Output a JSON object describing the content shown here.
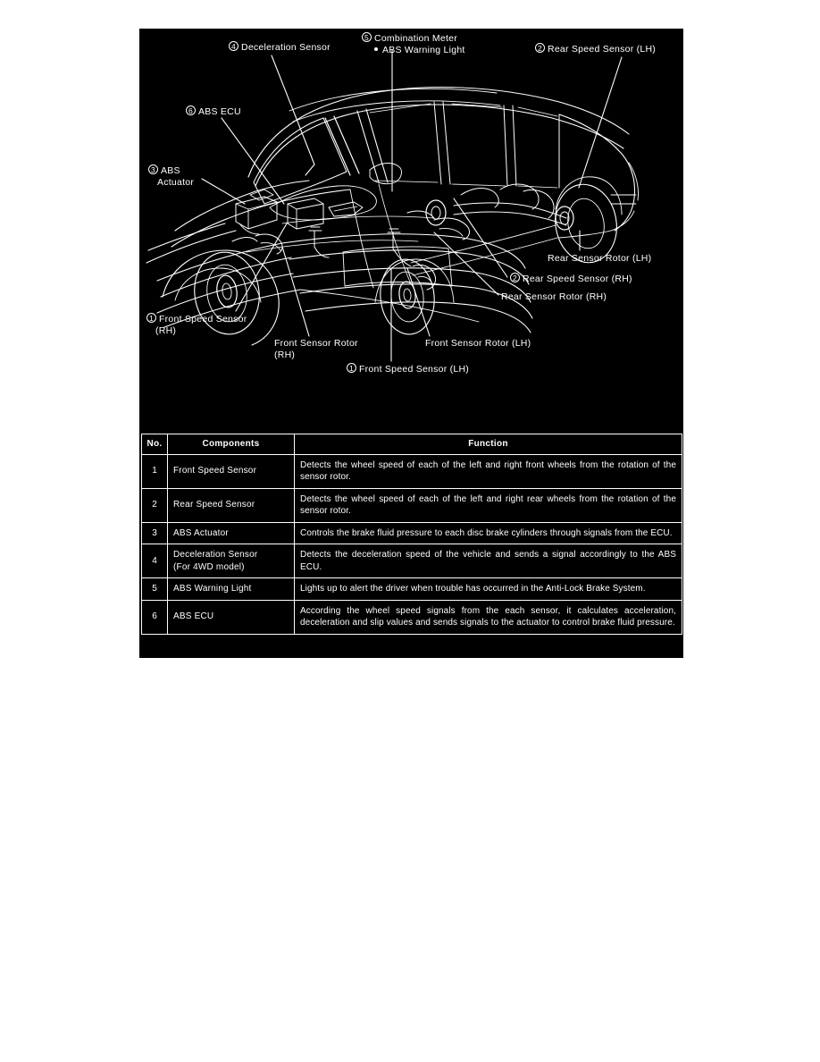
{
  "figure": {
    "title": "ABS System Component Layout",
    "background_color": "#000000",
    "line_color": "#ffffff",
    "vehicle": "minivan cutaway line drawing"
  },
  "callouts": [
    {
      "id": "deceleration-sensor",
      "number": "4",
      "text": "Deceleration Sensor"
    },
    {
      "id": "combination-meter",
      "number": "5",
      "text": "Combination Meter",
      "sub": "ABS Warning Light"
    },
    {
      "id": "rear-speed-sensor-lh",
      "number": "2",
      "text": "Rear Speed Sensor (LH)"
    },
    {
      "id": "abs-ecu",
      "number": "6",
      "text": "ABS ECU"
    },
    {
      "id": "abs-actuator",
      "number": "3",
      "text": "ABS",
      "sub": "Actuator"
    },
    {
      "id": "front-speed-sensor-rh",
      "number": "1",
      "text": "Front Speed Sensor",
      "sub": "(RH)"
    },
    {
      "id": "front-sensor-rotor-rh",
      "number": "",
      "text": "Front Sensor Rotor",
      "sub": "(RH)"
    },
    {
      "id": "front-sensor-rotor-lh",
      "number": "",
      "text": "Front Sensor Rotor (LH)"
    },
    {
      "id": "front-speed-sensor-lh",
      "number": "1",
      "text": "Front Speed Sensor (LH)"
    },
    {
      "id": "rear-sensor-rotor-lh",
      "number": "",
      "text": "Rear Sensor Rotor (LH)"
    },
    {
      "id": "rear-speed-sensor-rh",
      "number": "2",
      "text": "Rear Speed Sensor (RH)"
    },
    {
      "id": "rear-sensor-rotor-rh",
      "number": "",
      "text": "Rear Sensor Rotor (RH)"
    }
  ],
  "labels": {
    "deceleration_sensor": "Deceleration Sensor",
    "deceleration_sensor_num": "4",
    "combination_meter": "Combination Meter",
    "combination_meter_num": "5",
    "abs_warning_light": "ABS Warning Light",
    "rear_speed_sensor_lh": "Rear Speed Sensor (LH)",
    "rear_speed_sensor_lh_num": "2",
    "abs_ecu": "ABS ECU",
    "abs_ecu_num": "6",
    "abs_actuator_line1": "ABS",
    "abs_actuator_line2": "Actuator",
    "abs_actuator_num": "3",
    "front_speed_sensor_rh_line1": "Front Speed Sensor",
    "front_speed_sensor_rh_line2": "(RH)",
    "front_speed_sensor_rh_num": "1",
    "front_sensor_rotor_rh_line1": "Front Sensor Rotor",
    "front_sensor_rotor_rh_line2": "(RH)",
    "front_sensor_rotor_lh": "Front Sensor Rotor (LH)",
    "front_speed_sensor_lh": "Front Speed Sensor (LH)",
    "front_speed_sensor_lh_num": "1",
    "rear_sensor_rotor_lh": "Rear Sensor Rotor (LH)",
    "rear_speed_sensor_rh": "Rear Speed Sensor (RH)",
    "rear_speed_sensor_rh_num": "2",
    "rear_sensor_rotor_rh": "Rear Sensor Rotor (RH)"
  },
  "table": {
    "headers": {
      "no": "No.",
      "components": "Components",
      "function": "Function"
    },
    "rows": [
      {
        "no": "1",
        "component": "Front Speed Sensor",
        "component_sub": "",
        "function": "Detects the wheel speed of each of the left and right front wheels from the rotation of the sensor rotor."
      },
      {
        "no": "2",
        "component": "Rear Speed Sensor",
        "component_sub": "",
        "function": "Detects the wheel speed of each of the left and right rear wheels from the rotation of the sensor rotor."
      },
      {
        "no": "3",
        "component": "ABS Actuator",
        "component_sub": "",
        "function": "Controls the brake fluid pressure to each disc brake cylinders through signals from the ECU."
      },
      {
        "no": "4",
        "component": "Deceleration Sensor",
        "component_sub": "(For 4WD model)",
        "function": "Detects the deceleration speed of the vehicle and sends a signal accordingly to the ABS ECU."
      },
      {
        "no": "5",
        "component": "ABS Warning Light",
        "component_sub": "",
        "function": "Lights up to alert the driver when trouble has occurred in the Anti-Lock Brake System."
      },
      {
        "no": "6",
        "component": "ABS ECU",
        "component_sub": "",
        "function": "According the wheel speed signals from the each sensor, it calculates acceleration, deceleration and slip values and sends signals to the actuator to control brake fluid pressure."
      }
    ]
  }
}
